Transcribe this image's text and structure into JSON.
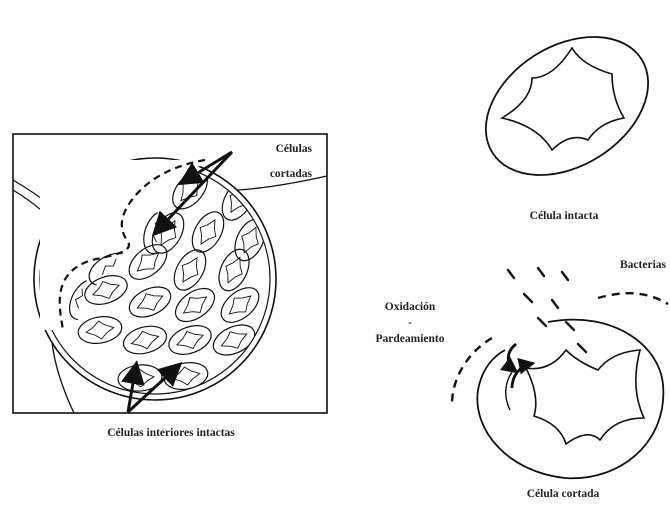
{
  "labels": {
    "cut_cells": [
      "Células",
      "cortadas"
    ],
    "interior_cells": "Células interiores intactas",
    "intact_cell": "Célula intacta",
    "cut_cell": "Célula cortada",
    "bacteria": "Bacterias",
    "oxidation": [
      "Oxidación",
      "-",
      "Pardeamiento"
    ]
  },
  "colors": {
    "line": "#111111",
    "text": "#222222",
    "background": "#ffffff"
  }
}
